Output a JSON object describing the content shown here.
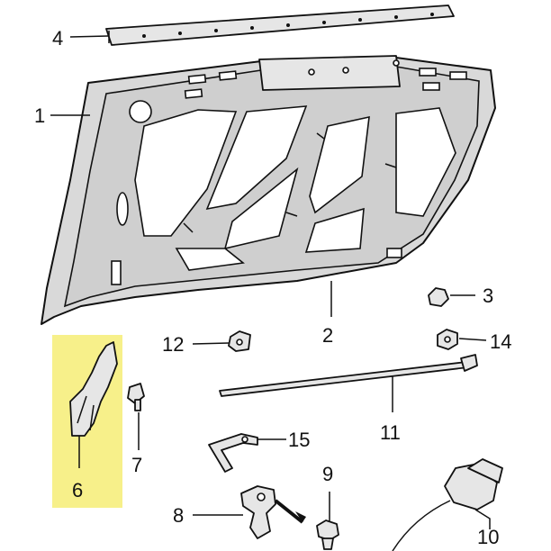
{
  "colors": {
    "highlight": "#f7f08a",
    "part_fill": "#d9d9d9",
    "line": "#111111"
  },
  "callouts": [
    {
      "id": "1",
      "label": "1"
    },
    {
      "id": "2",
      "label": "2"
    },
    {
      "id": "3",
      "label": "3"
    },
    {
      "id": "4",
      "label": "4"
    },
    {
      "id": "6",
      "label": "6"
    },
    {
      "id": "7",
      "label": "7"
    },
    {
      "id": "8",
      "label": "8"
    },
    {
      "id": "9",
      "label": "9"
    },
    {
      "id": "10",
      "label": "10"
    },
    {
      "id": "11",
      "label": "11"
    },
    {
      "id": "12",
      "label": "12"
    },
    {
      "id": "14",
      "label": "14"
    },
    {
      "id": "15",
      "label": "15"
    }
  ]
}
